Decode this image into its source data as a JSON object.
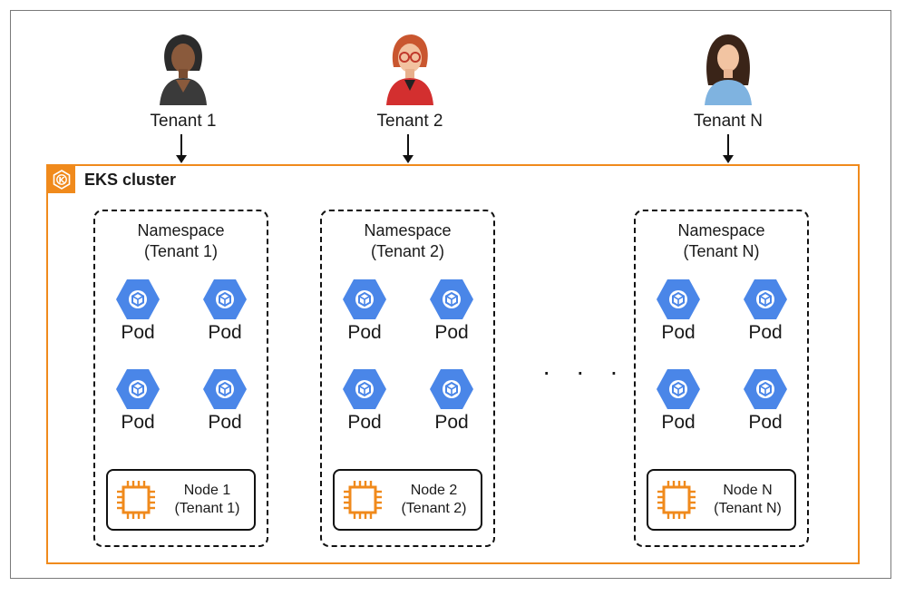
{
  "tenants": [
    {
      "label": "Tenant 1"
    },
    {
      "label": "Tenant 2"
    },
    {
      "label": "Tenant N"
    }
  ],
  "cluster": {
    "title": "EKS cluster",
    "icon": "eks-kubernetes-icon",
    "accent_color": "#f08a1c"
  },
  "namespaces": [
    {
      "title_line1": "Namespace",
      "title_line2": "(Tenant 1)",
      "pods": [
        "Pod",
        "Pod",
        "Pod",
        "Pod"
      ],
      "node_line1": "Node 1",
      "node_line2": "(Tenant 1)"
    },
    {
      "title_line1": "Namespace",
      "title_line2": "(Tenant 2)",
      "pods": [
        "Pod",
        "Pod",
        "Pod",
        "Pod"
      ],
      "node_line1": "Node 2",
      "node_line2": "(Tenant 2)"
    },
    {
      "title_line1": "Namespace",
      "title_line2": "(Tenant N)",
      "pods": [
        "Pod",
        "Pod",
        "Pod",
        "Pod"
      ],
      "node_line1": "Node N",
      "node_line2": "(Tenant N)"
    }
  ],
  "ellipsis": "· · ·",
  "colors": {
    "pod_blue": "#4a86e8",
    "chip_orange": "#f08a1c"
  }
}
